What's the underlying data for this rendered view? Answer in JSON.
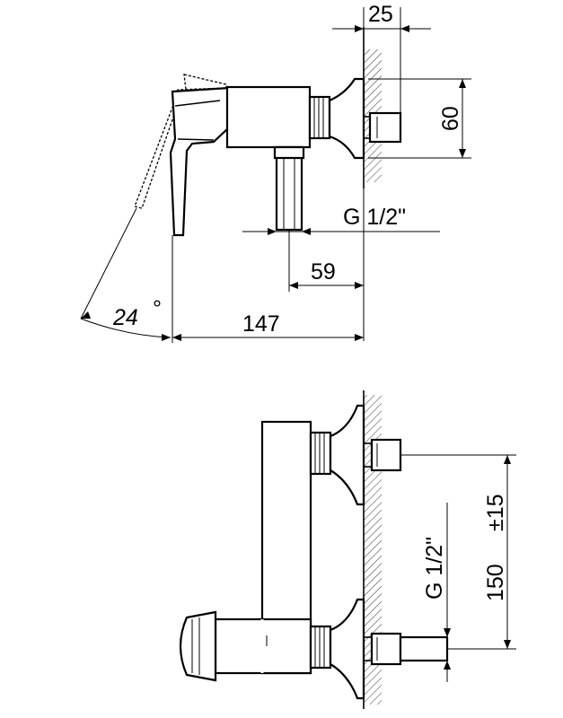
{
  "dimensions": {
    "width_25": "25",
    "height_60": "60",
    "thread_top": "G 1/2\"",
    "offset_59": "59",
    "length_147": "147",
    "angle_24": "24",
    "degree": "°",
    "thread_side": "G 1/2\"",
    "spacing_150": "150",
    "tolerance_15": "±15"
  }
}
